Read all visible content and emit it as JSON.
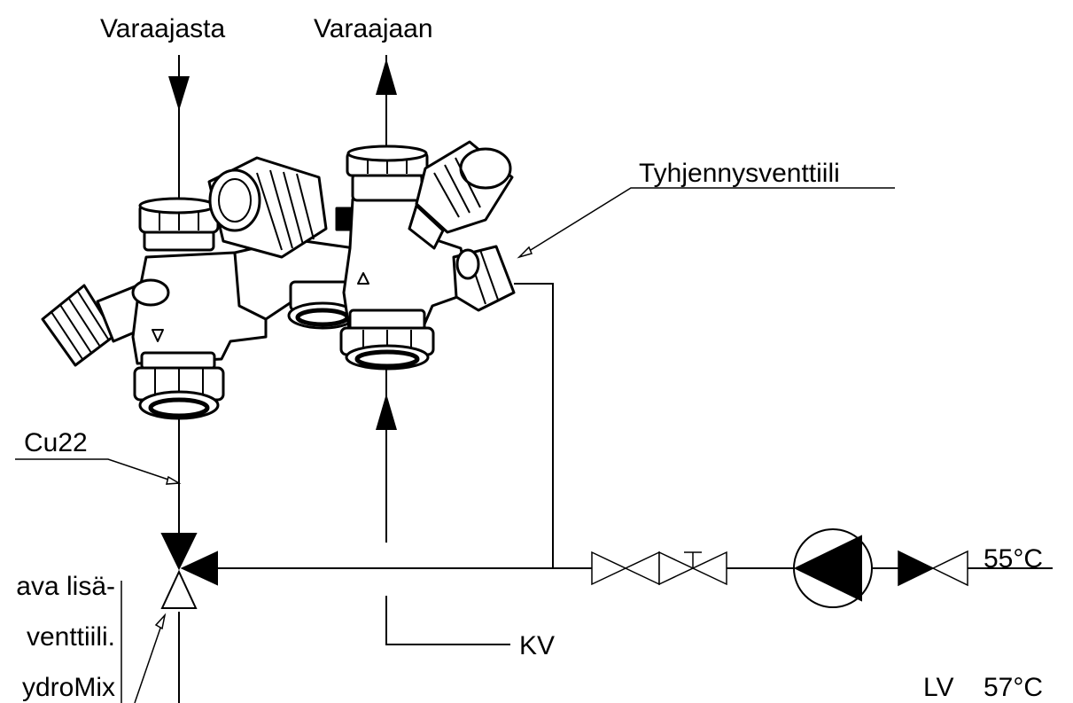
{
  "labels": {
    "from_tank": "Varaajasta",
    "to_tank": "Varaajaan",
    "drain_valve": "Tyhjennysventtiili",
    "pipe": "Cu22",
    "cold_water": "KV",
    "temp_in": "55°C",
    "hot_water": "LV",
    "temp_out": "57°C",
    "extra_valve_line1": "ava lisä-",
    "extra_valve_line2": "venttiili.",
    "extra_valve_line3": "ydroMix"
  }
}
